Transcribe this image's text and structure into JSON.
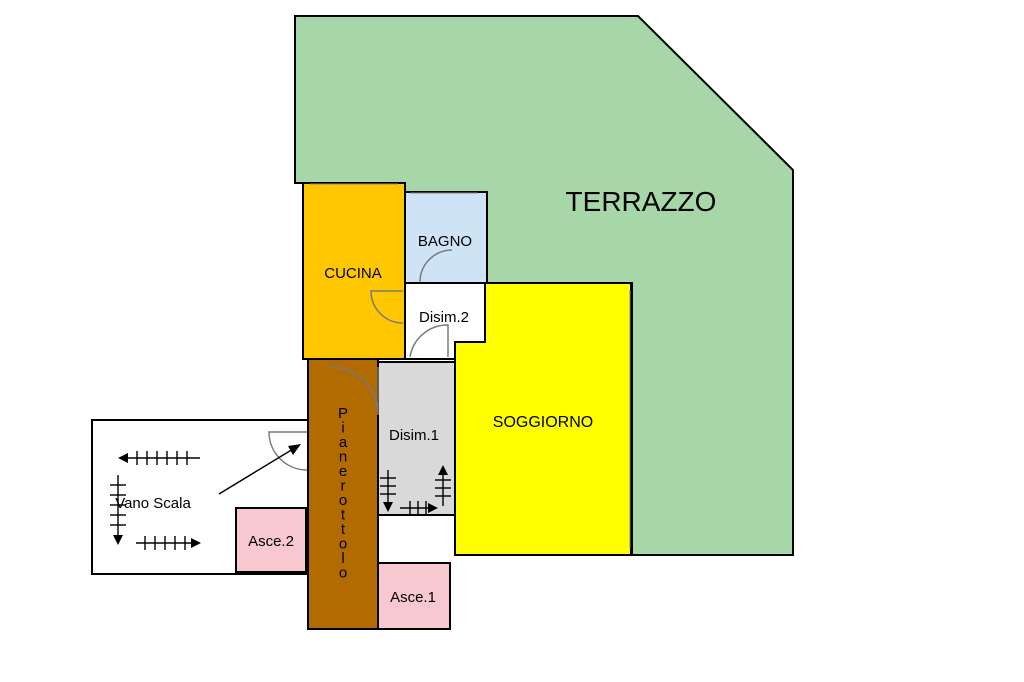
{
  "rooms": {
    "terrazzo": {
      "label": "TERRAZZO",
      "color": "#A7D7A8"
    },
    "cucina": {
      "label": "CUCINA",
      "color": "#FFC700"
    },
    "bagno": {
      "label": "BAGNO",
      "color": "#CFE3F7"
    },
    "disim2": {
      "label": "Disim.2",
      "color": "#FFFFFF"
    },
    "disim1": {
      "label": "Disim.1",
      "color": "#D9D9D9"
    },
    "soggiorno": {
      "label": "SOGGIORNO",
      "color": "#FFFF00"
    },
    "pianerottolo": {
      "label": "Pianerottolo",
      "color": "#B26B00"
    },
    "vano_scala": {
      "label": "Vano Scala",
      "color": "#FFFFFF"
    },
    "asce2": {
      "label": "Asce.2",
      "color": "#F8C8D0"
    },
    "asce1": {
      "label": "Asce.1",
      "color": "#F8C8D0"
    }
  }
}
